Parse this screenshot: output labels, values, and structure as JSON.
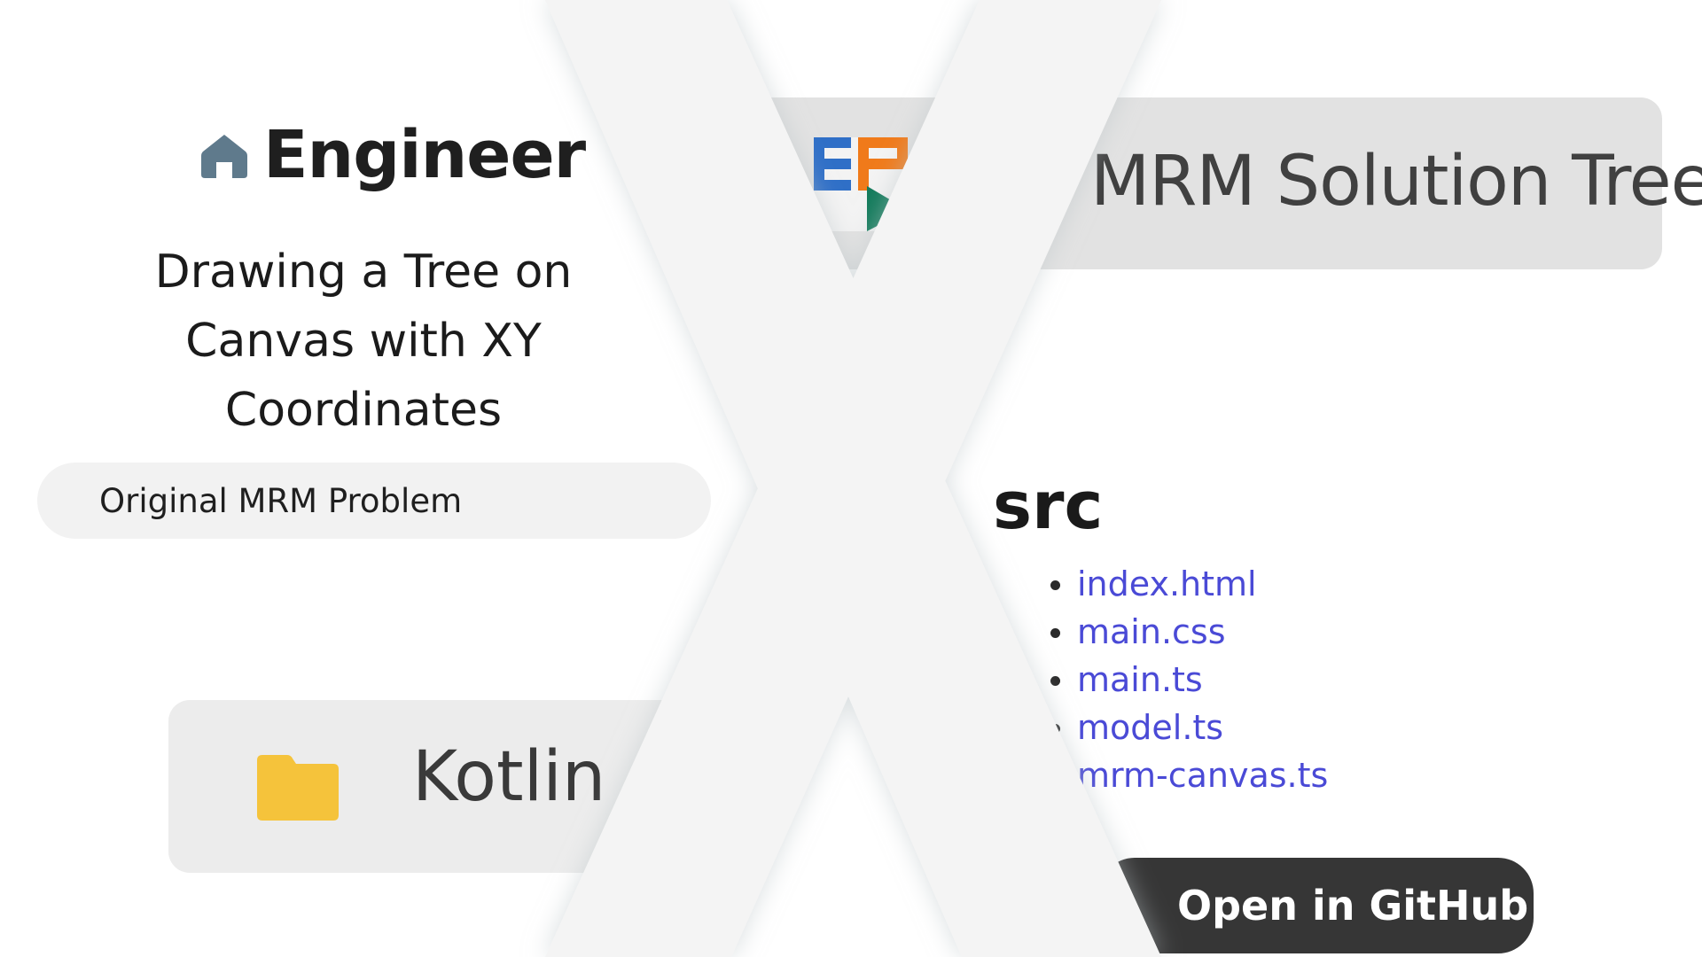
{
  "left": {
    "home_title": "Engineer",
    "subtitle": "Drawing a Tree on Canvas with XY Coordinates",
    "problem_label": "Original MRM Problem",
    "folder_label": "Kotlin"
  },
  "right": {
    "solution_title": "MRM Solution Tree",
    "logo_letters": "EP",
    "src_heading": "src",
    "files": [
      "index.html",
      "main.css",
      "main.ts",
      "model.ts",
      "mrm-canvas.ts"
    ],
    "github_label": "Open in GitHub"
  },
  "colors": {
    "home_icon": "#5f7a8c",
    "folder_icon": "#f5c33b",
    "link": "#4a4ad6",
    "dark_button": "#363636",
    "logo_blue": "#2f6fc7",
    "logo_orange": "#f07a1a",
    "logo_green": "#117a5a",
    "overlay": "#f4f4f4"
  }
}
